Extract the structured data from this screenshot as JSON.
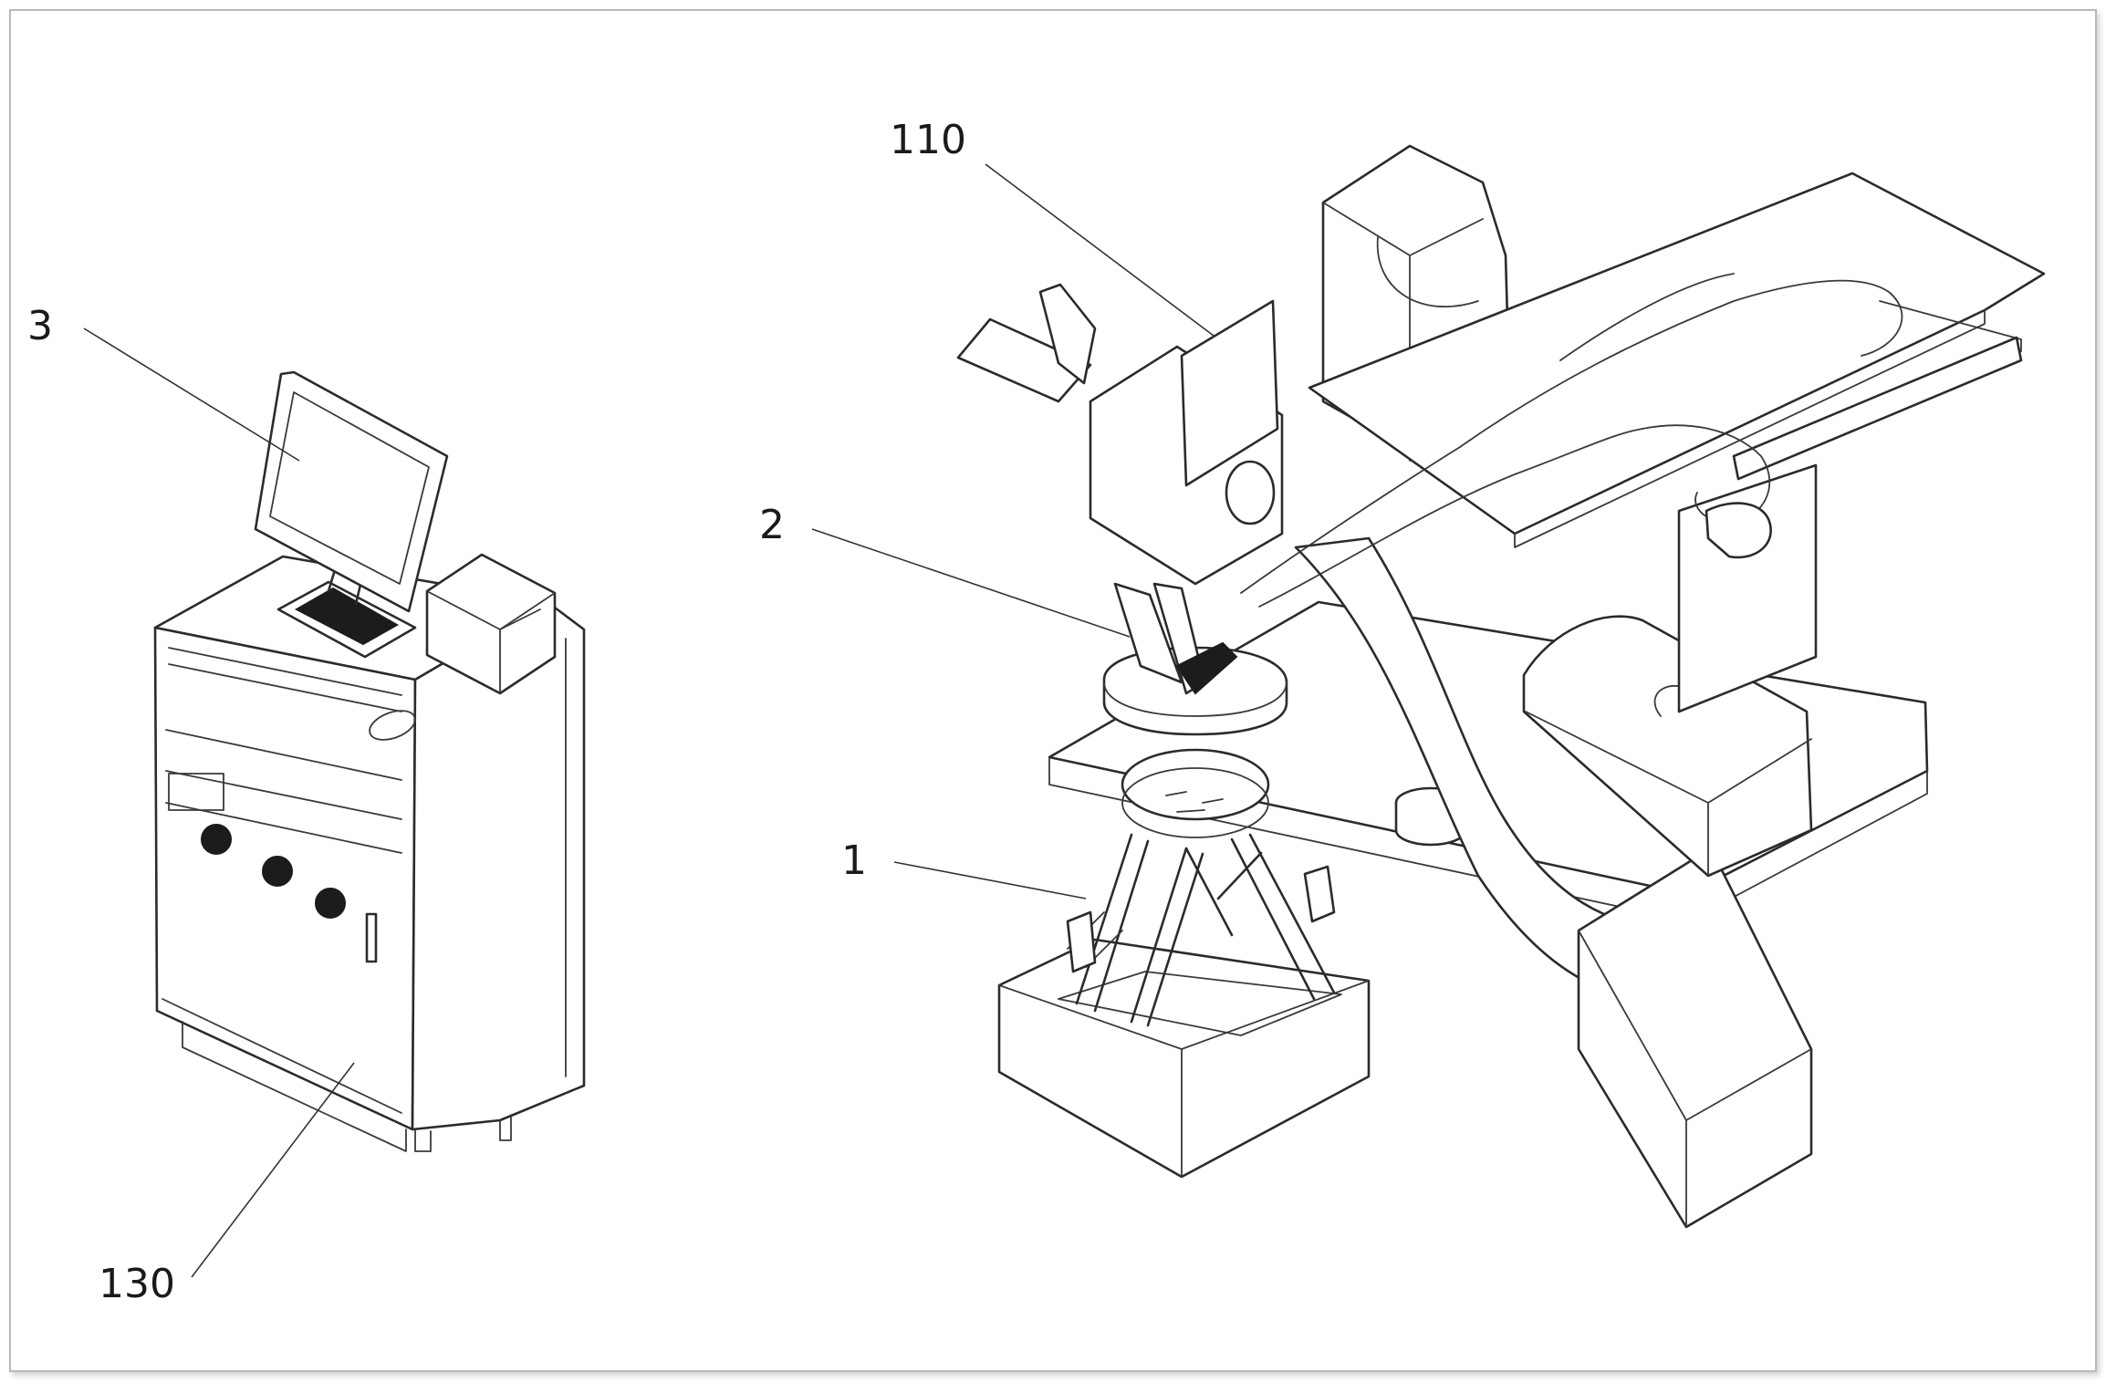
{
  "figure": {
    "reference_labels": [
      {
        "id": "label-3",
        "text": "3"
      },
      {
        "id": "label-110",
        "text": "110"
      },
      {
        "id": "label-2",
        "text": "2"
      },
      {
        "id": "label-1",
        "text": "1"
      },
      {
        "id": "label-130",
        "text": "130"
      }
    ]
  }
}
